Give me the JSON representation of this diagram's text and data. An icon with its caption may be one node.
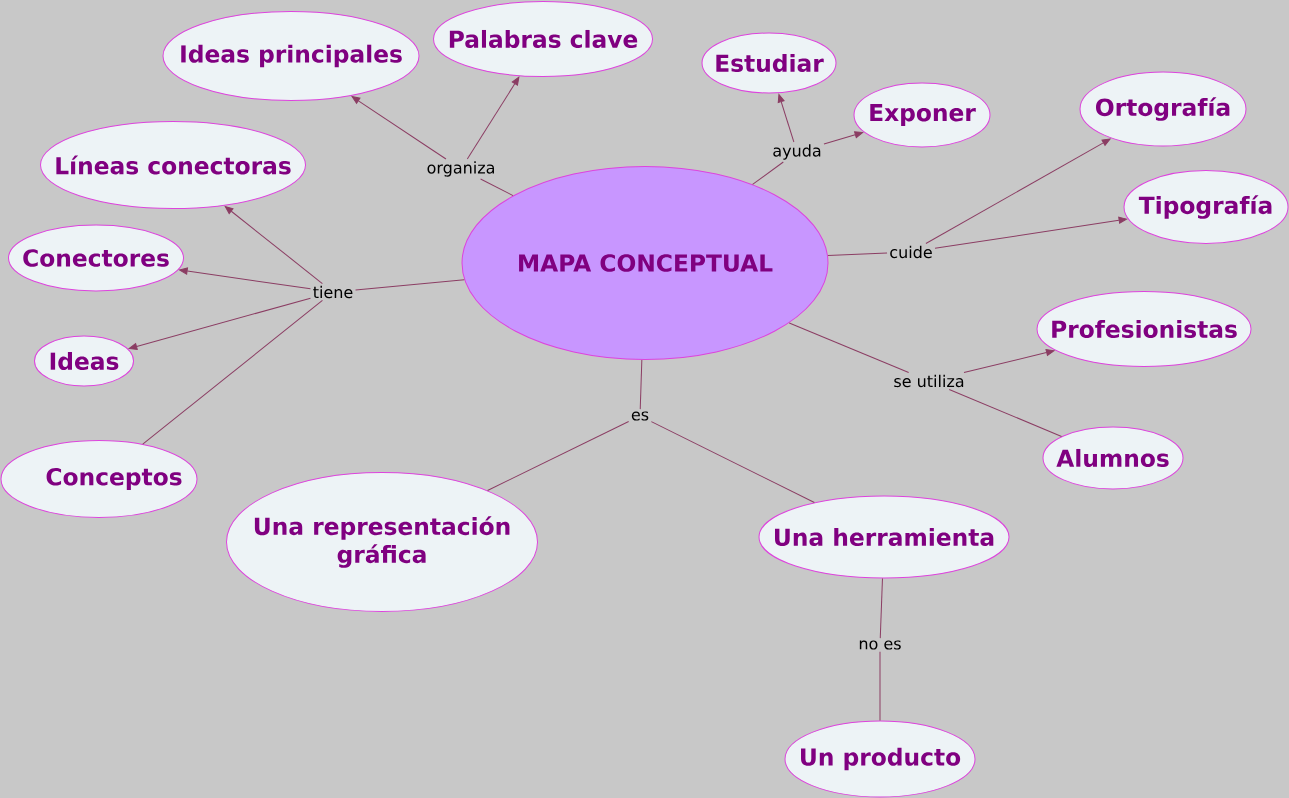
{
  "diagram": {
    "nodes": [
      {
        "text": [
          "MAPA CONCEPTUAL"
        ]
      },
      {
        "text": [
          "organiza"
        ]
      },
      {
        "text": [
          "Ideas principales"
        ]
      },
      {
        "text": [
          "Palabras clave"
        ]
      },
      {
        "text": [
          "tiene"
        ]
      },
      {
        "text": [
          "Líneas conectoras"
        ]
      },
      {
        "text": [
          "Conectores"
        ]
      },
      {
        "text": [
          "Ideas"
        ]
      },
      {
        "text": [
          "Conceptos"
        ]
      },
      {
        "text": [
          "ayuda"
        ]
      },
      {
        "text": [
          "Estudiar"
        ]
      },
      {
        "text": [
          "Exponer"
        ]
      },
      {
        "text": [
          "cuide"
        ]
      },
      {
        "text": [
          "Ortografía"
        ]
      },
      {
        "text": [
          "Tipografía"
        ]
      },
      {
        "text": [
          "se utiliza"
        ]
      },
      {
        "text": [
          "Profesionistas"
        ]
      },
      {
        "text": [
          "Alumnos"
        ]
      },
      {
        "text": [
          "es"
        ]
      },
      {
        "text": [
          "Una representación gráfica"
        ]
      },
      {
        "text": [
          "Una herramienta"
        ]
      },
      {
        "text": [
          "no es"
        ]
      },
      {
        "text": [
          "Un producto"
        ]
      }
    ],
    "edges": [
      {
        "from": 0,
        "to": 1,
        "arrow": "none"
      },
      {
        "from": 1,
        "to": 2,
        "arrow": "to"
      },
      {
        "from": 1,
        "to": 3,
        "arrow": "to"
      },
      {
        "from": 0,
        "to": 4,
        "arrow": "none"
      },
      {
        "from": 4,
        "to": 5,
        "arrow": "to"
      },
      {
        "from": 4,
        "to": 6,
        "arrow": "to"
      },
      {
        "from": 4,
        "to": 7,
        "arrow": "to"
      },
      {
        "from": 4,
        "to": 8,
        "arrow": "none"
      },
      {
        "from": 0,
        "to": 9,
        "arrow": "none"
      },
      {
        "from": 9,
        "to": 10,
        "arrow": "to"
      },
      {
        "from": 9,
        "to": 11,
        "arrow": "to"
      },
      {
        "from": 0,
        "to": 12,
        "arrow": "none"
      },
      {
        "from": 12,
        "to": 13,
        "arrow": "to"
      },
      {
        "from": 12,
        "to": 14,
        "arrow": "to"
      },
      {
        "from": 0,
        "to": 15,
        "arrow": "none"
      },
      {
        "from": 15,
        "to": 16,
        "arrow": "to"
      },
      {
        "from": 15,
        "to": 17,
        "arrow": "none"
      },
      {
        "from": 0,
        "to": 18,
        "arrow": "none"
      },
      {
        "from": 18,
        "to": 19,
        "arrow": "none"
      },
      {
        "from": 18,
        "to": 20,
        "arrow": "none"
      },
      {
        "from": 20,
        "to": 21,
        "arrow": "none"
      },
      {
        "from": 21,
        "to": 22,
        "arrow": "none"
      }
    ]
  }
}
